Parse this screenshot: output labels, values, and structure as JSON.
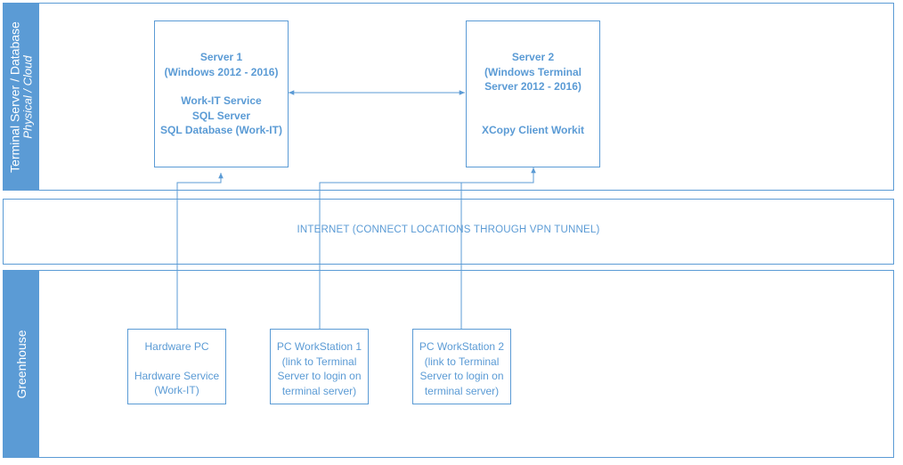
{
  "lanes": {
    "top": {
      "title": "Terminal Server / Database",
      "subtitle": "Physical / Cloud"
    },
    "middle": {
      "label": "INTERNET (CONNECT LOCATIONS THROUGH VPN TUNNEL)"
    },
    "bottom": {
      "title": "Greenhouse"
    }
  },
  "server1": {
    "lines": [
      "Server 1",
      "(Windows 2012 - 2016)",
      "",
      "Work-IT Service",
      "SQL Server",
      "SQL Database (Work-IT)"
    ]
  },
  "server2": {
    "lines": [
      "Server 2",
      "(Windows Terminal",
      "Server  2012 - 2016)",
      "",
      "",
      "XCopy Client Workit"
    ]
  },
  "hardware_pc": {
    "lines": [
      "Hardware PC",
      "",
      "Hardware Service",
      "(Work-IT)"
    ]
  },
  "workstation1": {
    "lines": [
      "PC WorkStation 1",
      "(link to Terminal",
      "Server to login on",
      "terminal server)"
    ]
  },
  "workstation2": {
    "lines": [
      "PC WorkStation 2",
      "(link to Terminal",
      "Server to login on",
      "terminal server)"
    ]
  },
  "colors": {
    "accent": "#5b9bd5",
    "background": "#ffffff",
    "header_text": "#ffffff"
  }
}
